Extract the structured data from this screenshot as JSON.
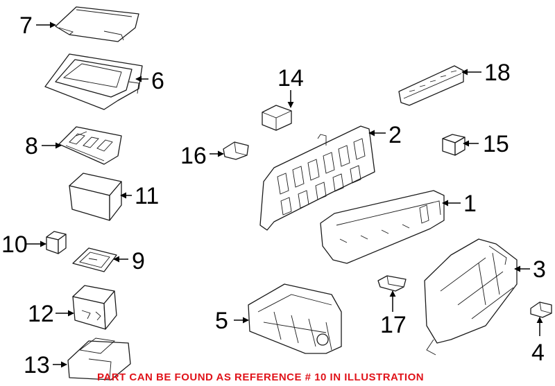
{
  "callouts": [
    {
      "id": "1",
      "label": "1"
    },
    {
      "id": "2",
      "label": "2"
    },
    {
      "id": "3",
      "label": "3"
    },
    {
      "id": "4",
      "label": "4"
    },
    {
      "id": "5",
      "label": "5"
    },
    {
      "id": "6",
      "label": "6"
    },
    {
      "id": "7",
      "label": "7"
    },
    {
      "id": "8",
      "label": "8"
    },
    {
      "id": "9",
      "label": "9"
    },
    {
      "id": "10",
      "label": "10"
    },
    {
      "id": "11",
      "label": "11"
    },
    {
      "id": "12",
      "label": "12"
    },
    {
      "id": "13",
      "label": "13"
    },
    {
      "id": "14",
      "label": "14"
    },
    {
      "id": "15",
      "label": "15"
    },
    {
      "id": "16",
      "label": "16"
    },
    {
      "id": "17",
      "label": "17"
    },
    {
      "id": "18",
      "label": "18"
    }
  ],
  "note": {
    "text": "PART CAN BE FOUND AS REFERENCE # 10 IN ILLUSTRATION",
    "color": "#e0131a"
  }
}
